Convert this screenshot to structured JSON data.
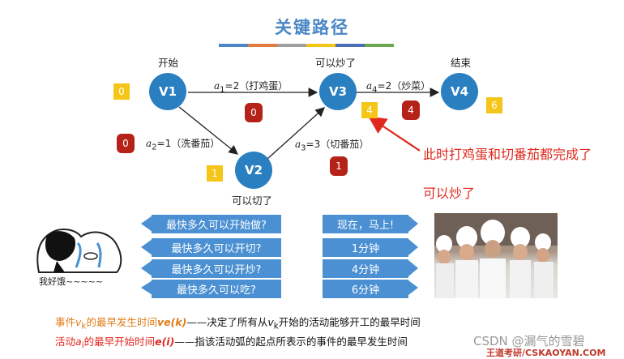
{
  "title": "关键路径",
  "strip_colors": [
    "#4a86c6",
    "#e07b3c",
    "#a0a0a0",
    "#f5c518",
    "#4a6fb5",
    "#6aa84f"
  ],
  "nodes": [
    {
      "id": "V1",
      "top_label": "开始"
    },
    {
      "id": "V2",
      "bottom_label": "可以切了"
    },
    {
      "id": "V3",
      "top_label": "可以炒了"
    },
    {
      "id": "V4",
      "top_label": "结束"
    }
  ],
  "event_badges": {
    "v1": "0",
    "v2": "1",
    "v3": "4",
    "v4": "6"
  },
  "activity_badges": {
    "a1": "0",
    "a2": "0",
    "a3": "1",
    "a4": "4"
  },
  "edges": {
    "a1": {
      "sym": "a",
      "sub": "1",
      "weight": "=2",
      "desc": "（打鸡蛋）"
    },
    "a2": {
      "sym": "a",
      "sub": "2",
      "weight": "=1",
      "desc": "（洗番茄）"
    },
    "a3": {
      "sym": "a",
      "sub": "3",
      "weight": "=3",
      "desc": "（切番茄）"
    },
    "a4": {
      "sym": "a",
      "sub": "4",
      "weight": "=2",
      "desc": "（炒菜）"
    }
  },
  "note": {
    "line1": "此时打鸡蛋和切番茄都完成了",
    "line2": "可以炒了"
  },
  "questions": [
    "最快多久可以开始做?",
    "最快多久可以开切?",
    "最快多久可以开炒?",
    "最快多久可以吃?"
  ],
  "answers": [
    "现在，马上!",
    "1分钟",
    "4分钟",
    "6分钟"
  ],
  "cartoon_caption": "我好饿~~~~~",
  "definitions": {
    "d1_prefix": "事件",
    "d1_var": "v",
    "d1_sub": "k",
    "d1_mid": "的最早发生时间",
    "d1_func": "ve(k)",
    "d1_rest": "——决定了所有从",
    "d1_var2": "v",
    "d1_sub2": "k",
    "d1_tail": "开始的活动能够开工的最早时间",
    "d2_prefix": "活动",
    "d2_var": "a",
    "d2_sub": "i",
    "d2_mid": "的最早开始时间",
    "d2_func": "e(i)",
    "d2_rest": "——指该活动弧的起点所表示的事件的最早发生时间"
  },
  "watermark": "CSDN @漏气的雪碧",
  "footer": "王道考研/CSKAOYAN.COM"
}
